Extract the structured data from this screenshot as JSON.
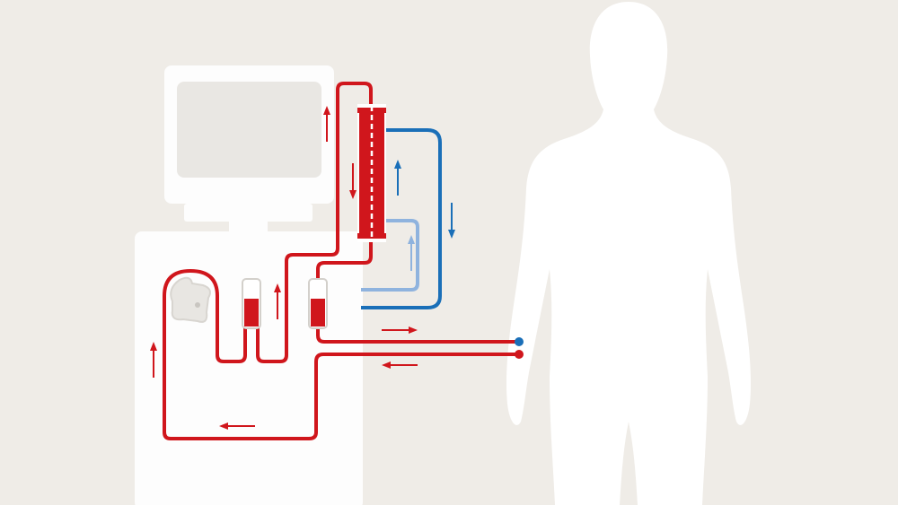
{
  "colors": {
    "background": "#efece7",
    "machine": "#fdfdfd",
    "screen": "#e9e7e3",
    "blood": "#d0161c",
    "dialysate_used": "#1a6fb8",
    "dialysate_fresh": "#8fb3de",
    "pump": "#e8e6e2",
    "silhouette": "#ffffff"
  },
  "icons": [
    "dialysis-machine",
    "monitor",
    "blood-pump",
    "drip-chamber",
    "dialyzer-filter",
    "human-silhouette",
    "flow-arrow"
  ]
}
